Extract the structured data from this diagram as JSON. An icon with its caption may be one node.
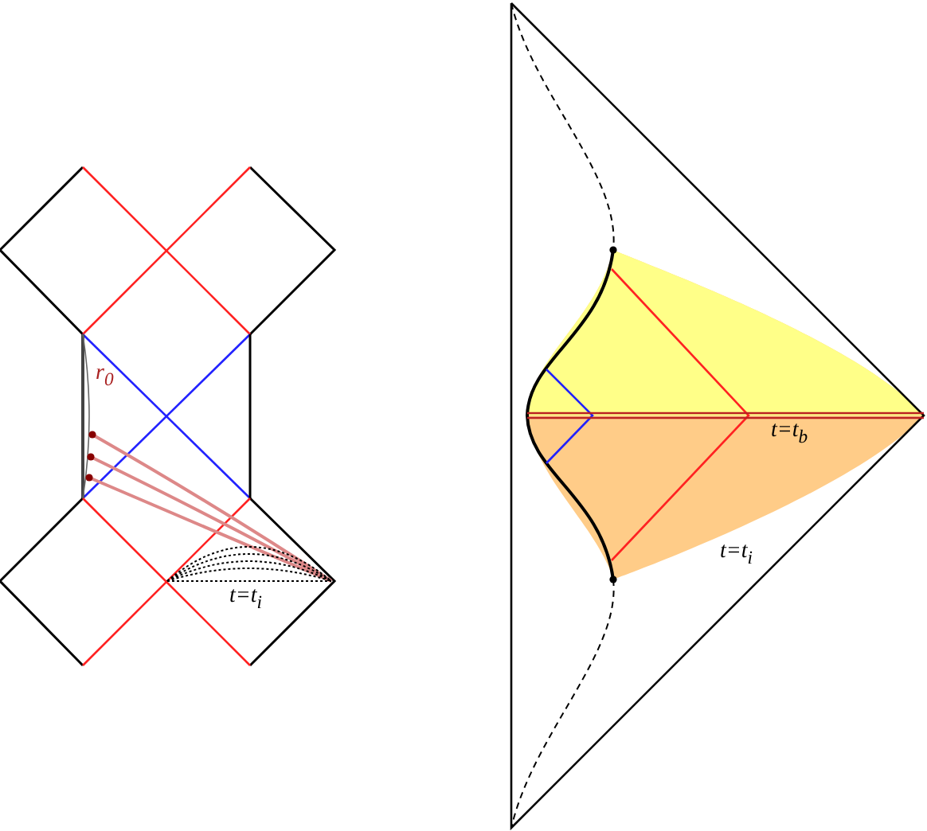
{
  "diagram": {
    "labels": [
      "r$_{0}$",
      "t=t$_{i}$",
      "t=t$_{b}$",
      "t=t$_{i}$"
    ]
  }
}
